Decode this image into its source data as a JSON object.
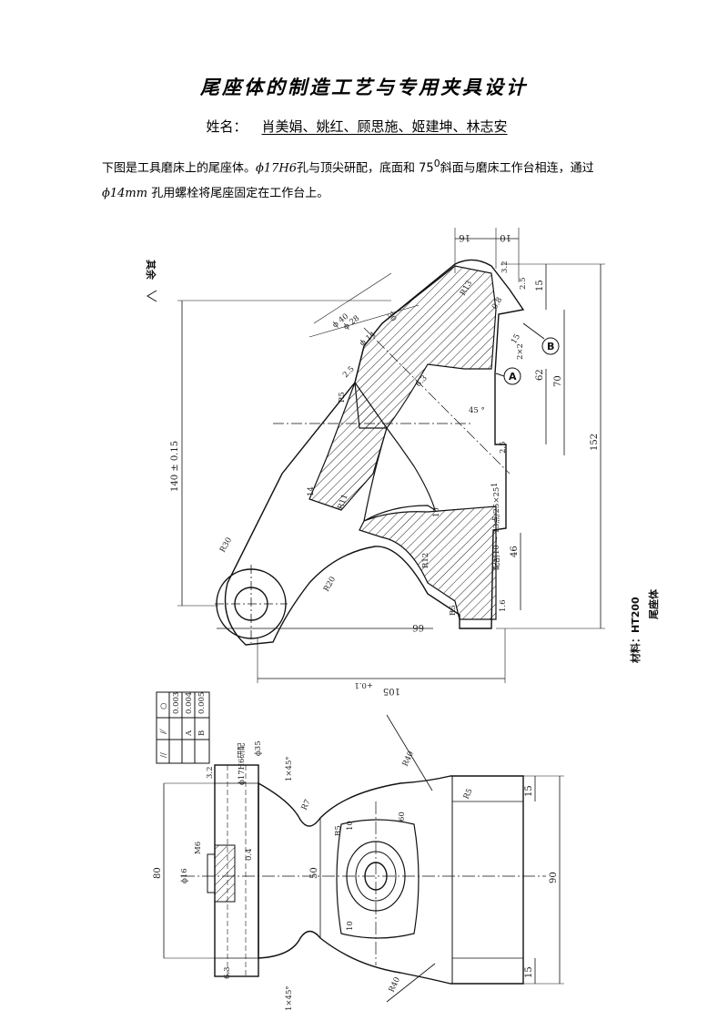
{
  "title": "尾座体的制造工艺与专用夹具设计",
  "authors_label": "姓名：",
  "authors": "肖美娟、姚红、顾思施、姬建坤、林志安",
  "intro": {
    "part1": "下图是工具磨床上的尾座体。",
    "phi1": "ϕ17H6",
    "part2": "孔与顶尖研配，底面和 75",
    "deg": "0",
    "part3": "斜面与磨床工作台相连，通过",
    "phi2": "ϕ14mm",
    "part4": " 孔用螺栓将尾座固定在工作台上。"
  },
  "drawing": {
    "top_view": {
      "roughness_all": "其余",
      "dims": {
        "d140": "140 ± 0.15",
        "d152": "152",
        "d70": "70",
        "d62": "62",
        "d46": "46",
        "d15": "15",
        "d16": "16",
        "d10": "10",
        "d66": "66",
        "d105": "105",
        "d105tol": "+0.1",
        "d40": "ϕ 40",
        "d28": "ϕ 28",
        "d14": "ϕ 14",
        "d30": "30",
        "angle45": "45 °",
        "angle15": "15",
        "r5a": "R5",
        "r5b": "R5",
        "r11": "R11",
        "r12": "R12",
        "r30": "R30",
        "r20": "R20",
        "r13": "R13",
        "d10b": "10",
        "d14b": "14",
        "d1": "1",
        "fit": "配刮10 ~ 13点/25×25",
        "ra25a": "2.5",
        "ra25b": "2.5",
        "ra25c": "2.5",
        "ra16": "1.6",
        "ra32": "3.2",
        "ra63": "6.3",
        "ra08": "0.8",
        "mark2x2": "2×2",
        "datumA": "A",
        "datumB": "B"
      },
      "material": "材料：HT200",
      "part_name": "尾座体"
    },
    "bottom_view": {
      "tolerance_table": [
        {
          "sym": "○",
          "val": "0.003",
          "ref": ""
        },
        {
          "sym": "/⁄",
          "val": "0.004",
          "ref": "A"
        },
        {
          "sym": "//",
          "val": "0.005",
          "ref": "B"
        }
      ],
      "dims": {
        "d35": "ϕ35",
        "d17h6": "ϕ17H6研配",
        "chamfer1": "1×45°",
        "chamfer2": "1×45°",
        "m6": "M6",
        "d16": "ϕ16",
        "d80": "80",
        "d50": "50",
        "d90": "90",
        "d15a": "15",
        "d15b": "15",
        "d10a": "10",
        "d10b": "10",
        "d60": "60",
        "r40a": "R40",
        "r40b": "R40",
        "r7": "R7",
        "r5a": "R5",
        "r5b": "R5",
        "ra32": "3.2",
        "ra63": "6.3",
        "ra04": "0.4"
      }
    }
  }
}
